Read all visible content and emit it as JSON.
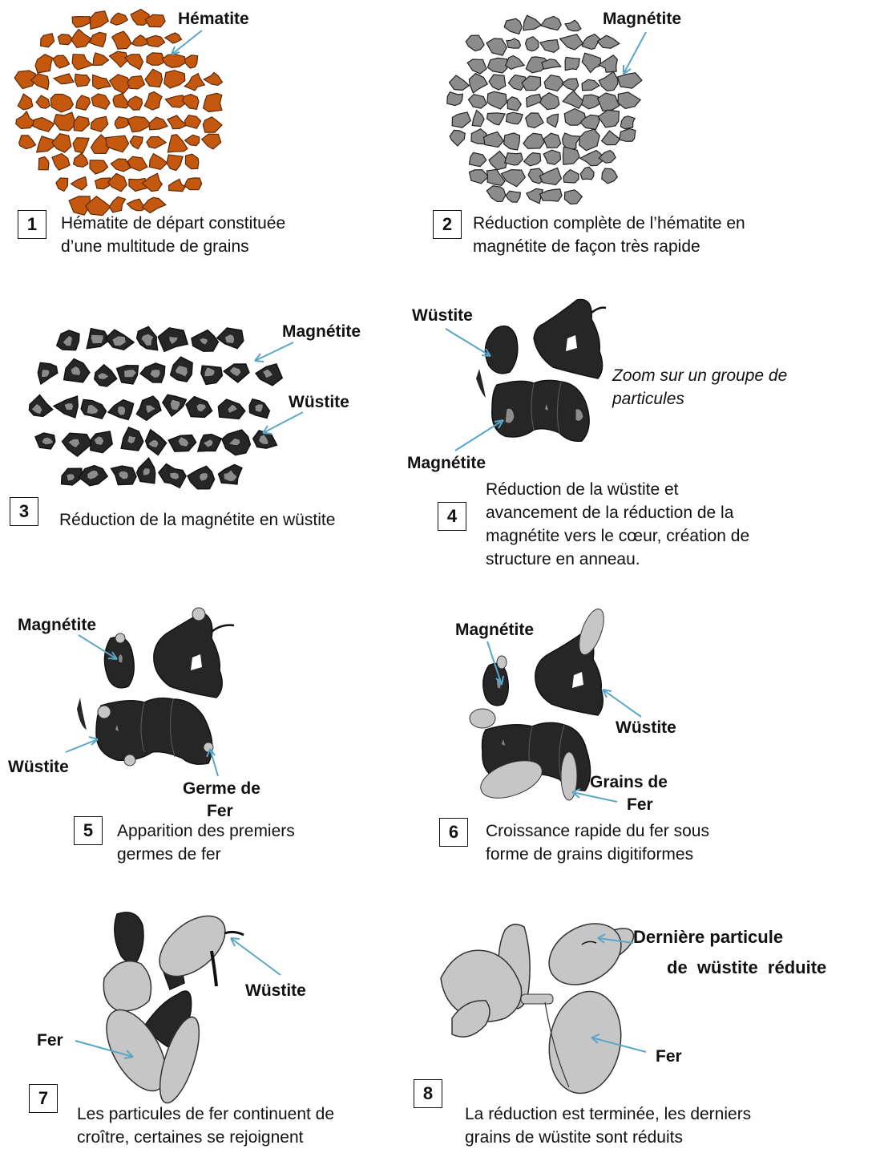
{
  "colors": {
    "hematite": "#c4580f",
    "magnetite": "#8c8c8c",
    "wustite": "#262626",
    "iron": "#c6c6c6",
    "arrow": "#5aa6c8",
    "outline": "#2a2a2a"
  },
  "panels": [
    {
      "number": "1",
      "caption": [
        "Hématite de départ constituée",
        "d’une multitude de grains"
      ],
      "labels": [
        "Hématite"
      ]
    },
    {
      "number": "2",
      "caption": [
        "Réduction complète de l’hématite en",
        "magnétite de façon très rapide"
      ],
      "labels": [
        "Magnétite"
      ]
    },
    {
      "number": "3",
      "caption": [
        "Réduction de la magnétite en wüstite"
      ],
      "labels": [
        "Magnétite",
        "Wüstite"
      ]
    },
    {
      "number": "4",
      "caption": [
        "Réduction de la wüstite et",
        "avancement de la réduction de la",
        "magnétite vers le cœur, création de",
        "structure en anneau."
      ],
      "labels": [
        "Wüstite",
        "Magnétite"
      ],
      "note": [
        "Zoom sur un groupe de",
        "particules"
      ]
    },
    {
      "number": "5",
      "caption": [
        "Apparition des premiers",
        "germes de fer"
      ],
      "labels": [
        "Magnétite",
        "Wüstite",
        "Germe de",
        "Fer"
      ]
    },
    {
      "number": "6",
      "caption": [
        "Croissance rapide du fer sous",
        "forme de grains digitiformes"
      ],
      "labels": [
        "Magnétite",
        "Wüstite",
        "Grains de",
        "Fer"
      ]
    },
    {
      "number": "7",
      "caption": [
        "Les particules de fer continuent de",
        "croître, certaines se rejoignent"
      ],
      "labels": [
        "Wüstite",
        "Fer"
      ]
    },
    {
      "number": "8",
      "caption": [
        "La réduction est terminée, les derniers",
        "grains de wüstite sont réduits"
      ],
      "labels": [
        "Dernière particule",
        "de  wüstite  réduite",
        "Fer"
      ]
    }
  ]
}
